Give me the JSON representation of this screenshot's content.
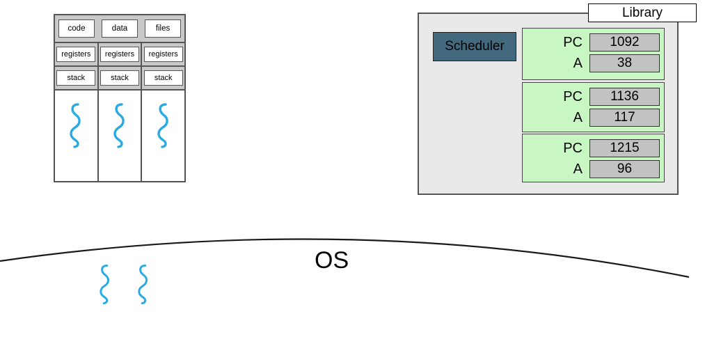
{
  "process_block": {
    "shared_row": [
      {
        "label": "code"
      },
      {
        "label": "data"
      },
      {
        "label": "files"
      }
    ],
    "threads": [
      {
        "registers": "registers",
        "stack": "stack",
        "thread_icon": "thread-squiggle-icon"
      },
      {
        "registers": "registers",
        "stack": "stack",
        "thread_icon": "thread-squiggle-icon"
      },
      {
        "registers": "registers",
        "stack": "stack",
        "thread_icon": "thread-squiggle-icon"
      }
    ]
  },
  "library_panel": {
    "tag_label": "Library",
    "scheduler_label": "Scheduler",
    "contexts": [
      {
        "pc_label": "PC",
        "pc_value": "1092",
        "a_label": "A",
        "a_value": "38"
      },
      {
        "pc_label": "PC",
        "pc_value": "1136",
        "a_label": "A",
        "a_value": "117"
      },
      {
        "pc_label": "PC",
        "pc_value": "1215",
        "a_label": "A",
        "a_value": "96"
      }
    ]
  },
  "os_region": {
    "label": "OS",
    "kernel_threads": [
      {
        "icon": "thread-squiggle-icon"
      },
      {
        "icon": "thread-squiggle-icon"
      }
    ]
  },
  "colors": {
    "thread_squiggle": "#29ABE2",
    "shared_band": "#c9c9c9",
    "context_green": "#c9f7c4",
    "value_gray": "#c2c2c2",
    "scheduler_blue": "#43697f",
    "panel_gray": "#e9e9e9",
    "outline": "#555555",
    "text": "#000000"
  }
}
